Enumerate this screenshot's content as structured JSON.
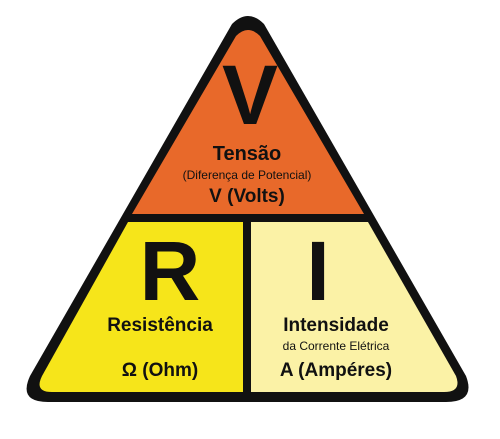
{
  "colors": {
    "top": "#e8692a",
    "left": "#f6e51a",
    "right": "#fbf2a6",
    "border": "#111111"
  },
  "voltage": {
    "letter": "V",
    "title": "Tensão",
    "subtitle": "(Diferença de Potencial)",
    "unit": "V (Volts)"
  },
  "resistance": {
    "letter": "R",
    "title": "Resistência",
    "unit": "Ω (Ohm)"
  },
  "current": {
    "letter": "I",
    "title": "Intensidade",
    "subtitle": "da Corrente Elétrica",
    "unit": "A (Ampéres)"
  }
}
